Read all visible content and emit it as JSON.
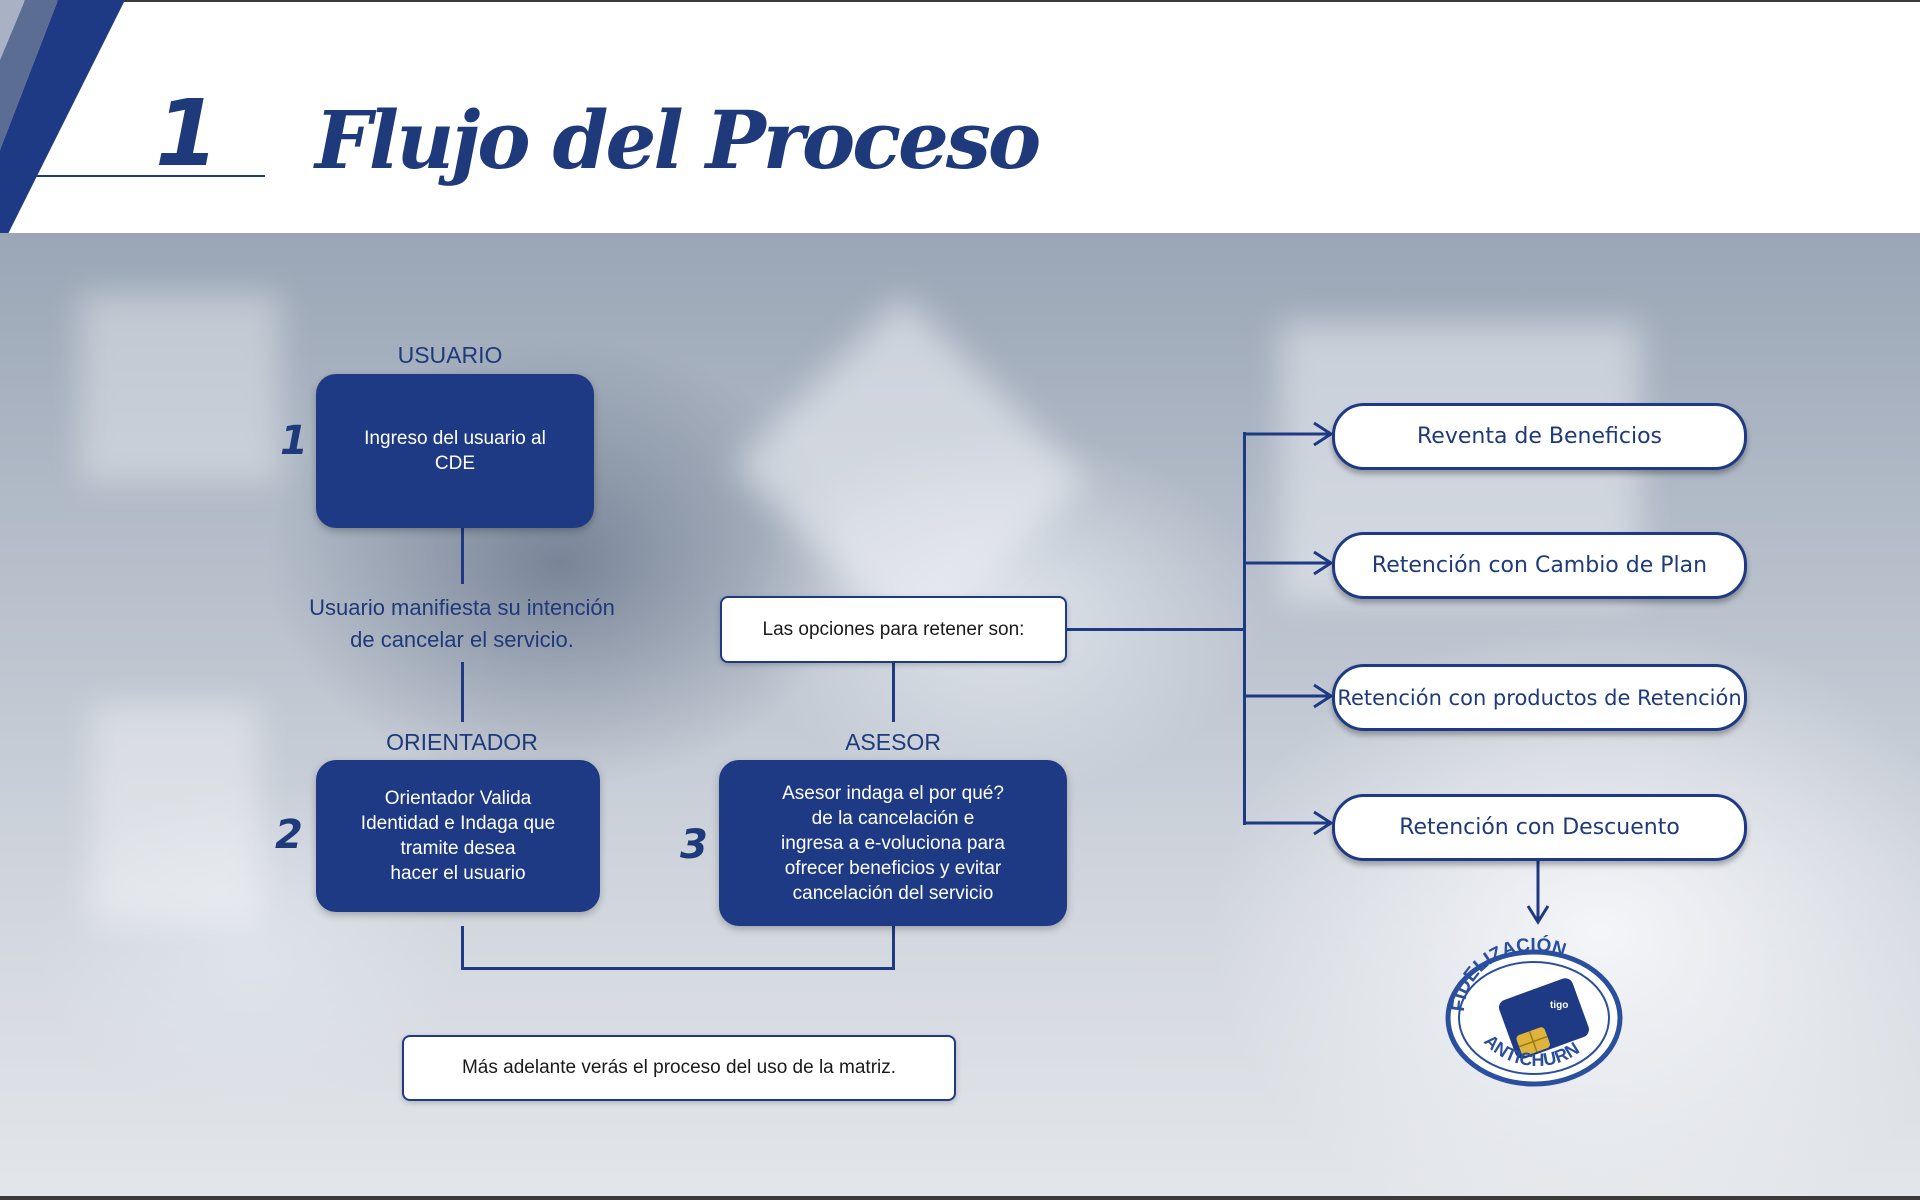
{
  "header": {
    "number": "1",
    "title": "Flujo del Proceso"
  },
  "roles": {
    "usuario": "USUARIO",
    "orientador": "ORIENTADOR",
    "asesor": "ASESOR"
  },
  "steps": [
    {
      "number": "1",
      "text": "Ingreso del usuario al\nCDE"
    },
    {
      "number": "2",
      "text": "Orientador Valida\nIdentidad e Indaga que\ntramite desea\nhacer el usuario"
    },
    {
      "number": "3",
      "text": "Asesor indaga el por qué?\nde la cancelación e\ningresa a e-voluciona para\nofrecer beneficios y evitar\ncancelación del servicio"
    }
  ],
  "intention_note": "Usuario manifiesta su intención\nde cancelar el servicio.",
  "options_label": "Las opciones para retener son:",
  "options": [
    "Reventa de Beneficios",
    "Retención  con Cambio de Plan",
    "Retención con productos de Retención",
    "Retención con Descuento"
  ],
  "footer_note": "Más adelante verás el proceso del uso de la matriz.",
  "seal": {
    "top_text": "FIDELIZACIÓN",
    "bottom_text": "ANTICHURN",
    "card_text": "tigo"
  },
  "colors": {
    "primary": "#1f3a85",
    "text_dark": "#1f3a7a"
  }
}
